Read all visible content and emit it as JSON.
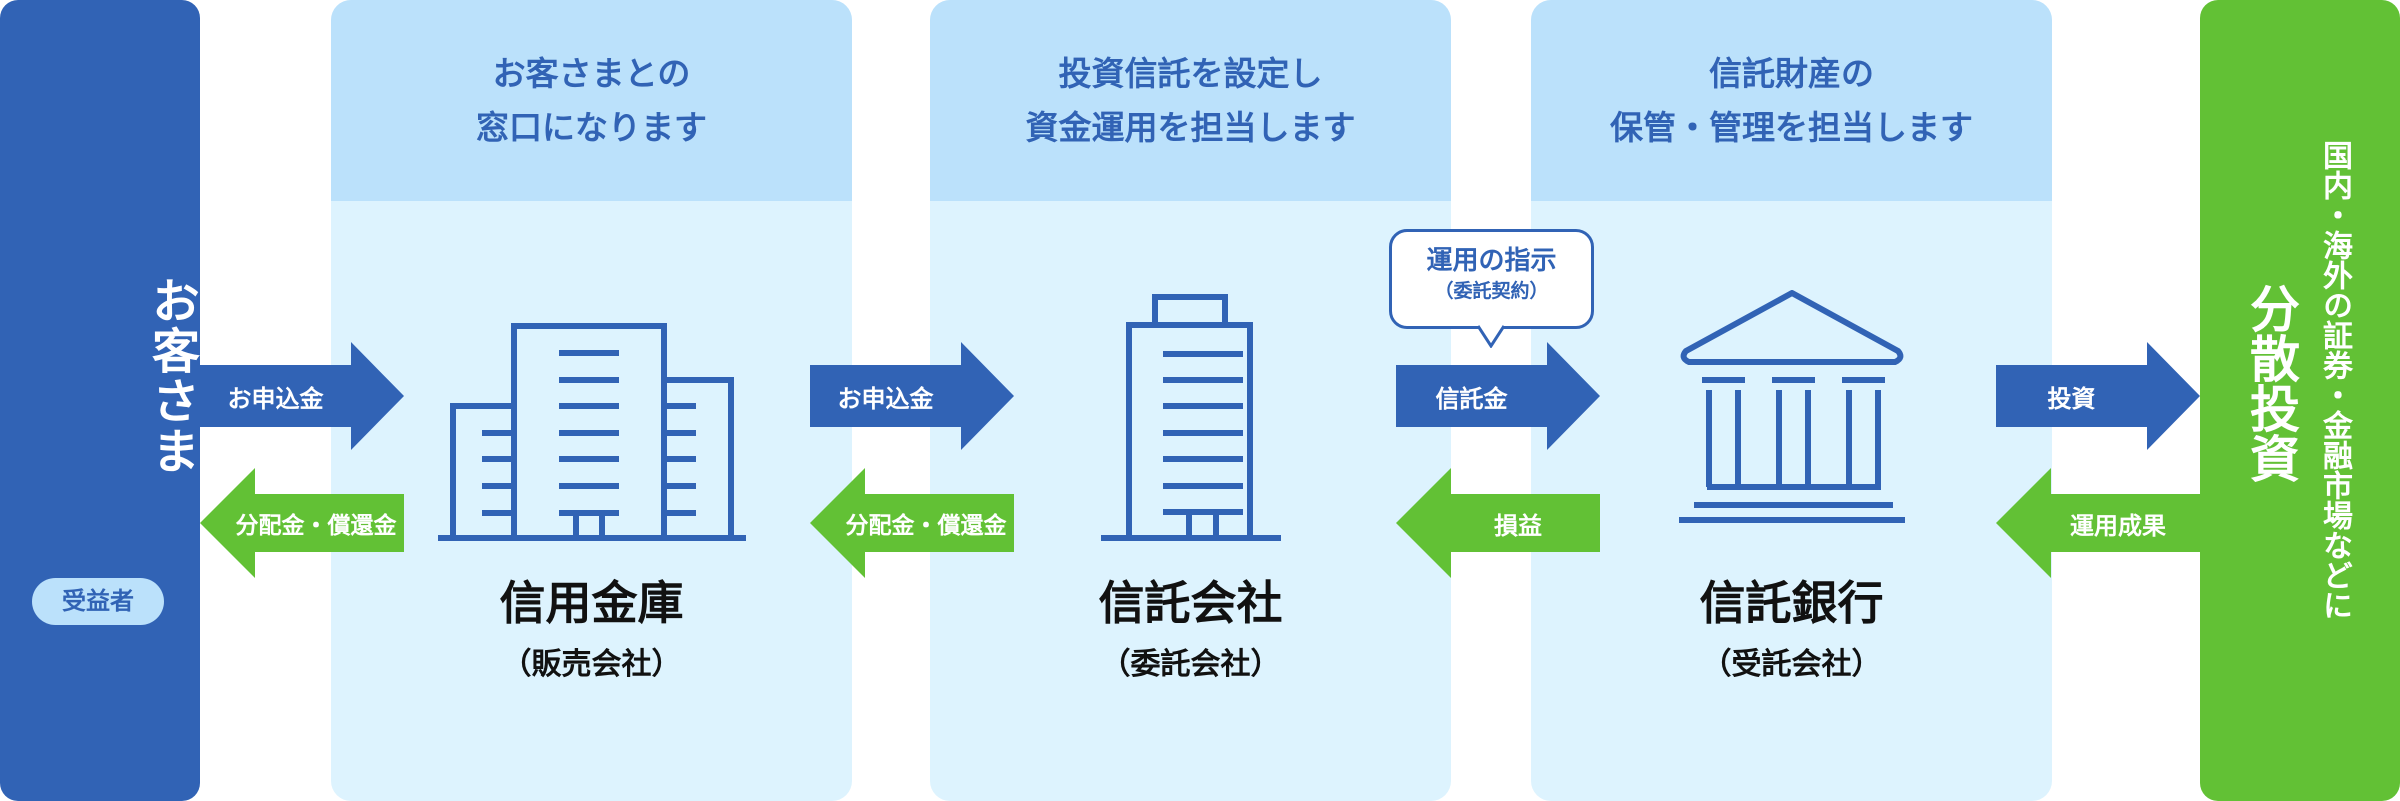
{
  "colors": {
    "primary_blue": "#3163b5",
    "accent_green": "#62c135",
    "panel_header": "#bbe1fb",
    "panel_body": "#ddf3fe"
  },
  "customer": {
    "title": "お客さま",
    "badge": "受益者"
  },
  "panels": [
    {
      "header": "お客さまとの\n窓口になります",
      "icon": "office-buildings-icon",
      "name": "信用金庫",
      "role": "（販売会社）"
    },
    {
      "header": "投資信託を設定し\n資金運用を担当します",
      "icon": "office-tower-icon",
      "name": "信託会社",
      "role": "（委託会社）"
    },
    {
      "header": "信託財産の\n保管・管理を担当します",
      "icon": "bank-building-icon",
      "name": "信託銀行",
      "role": "（受託会社）"
    }
  ],
  "flows": [
    {
      "forward": "お申込金",
      "backward": "分配金・償還金"
    },
    {
      "forward": "お申込金",
      "backward": "分配金・償還金"
    },
    {
      "forward": "信託金",
      "backward": "損益"
    },
    {
      "forward": "投資",
      "backward": "運用成果"
    }
  ],
  "instruction_bubble": {
    "title": "運用の指示",
    "subtitle": "（委託契約）"
  },
  "investment": {
    "subtitle": "国内・海外の証券・金融市場などに",
    "title": "分散投資"
  }
}
